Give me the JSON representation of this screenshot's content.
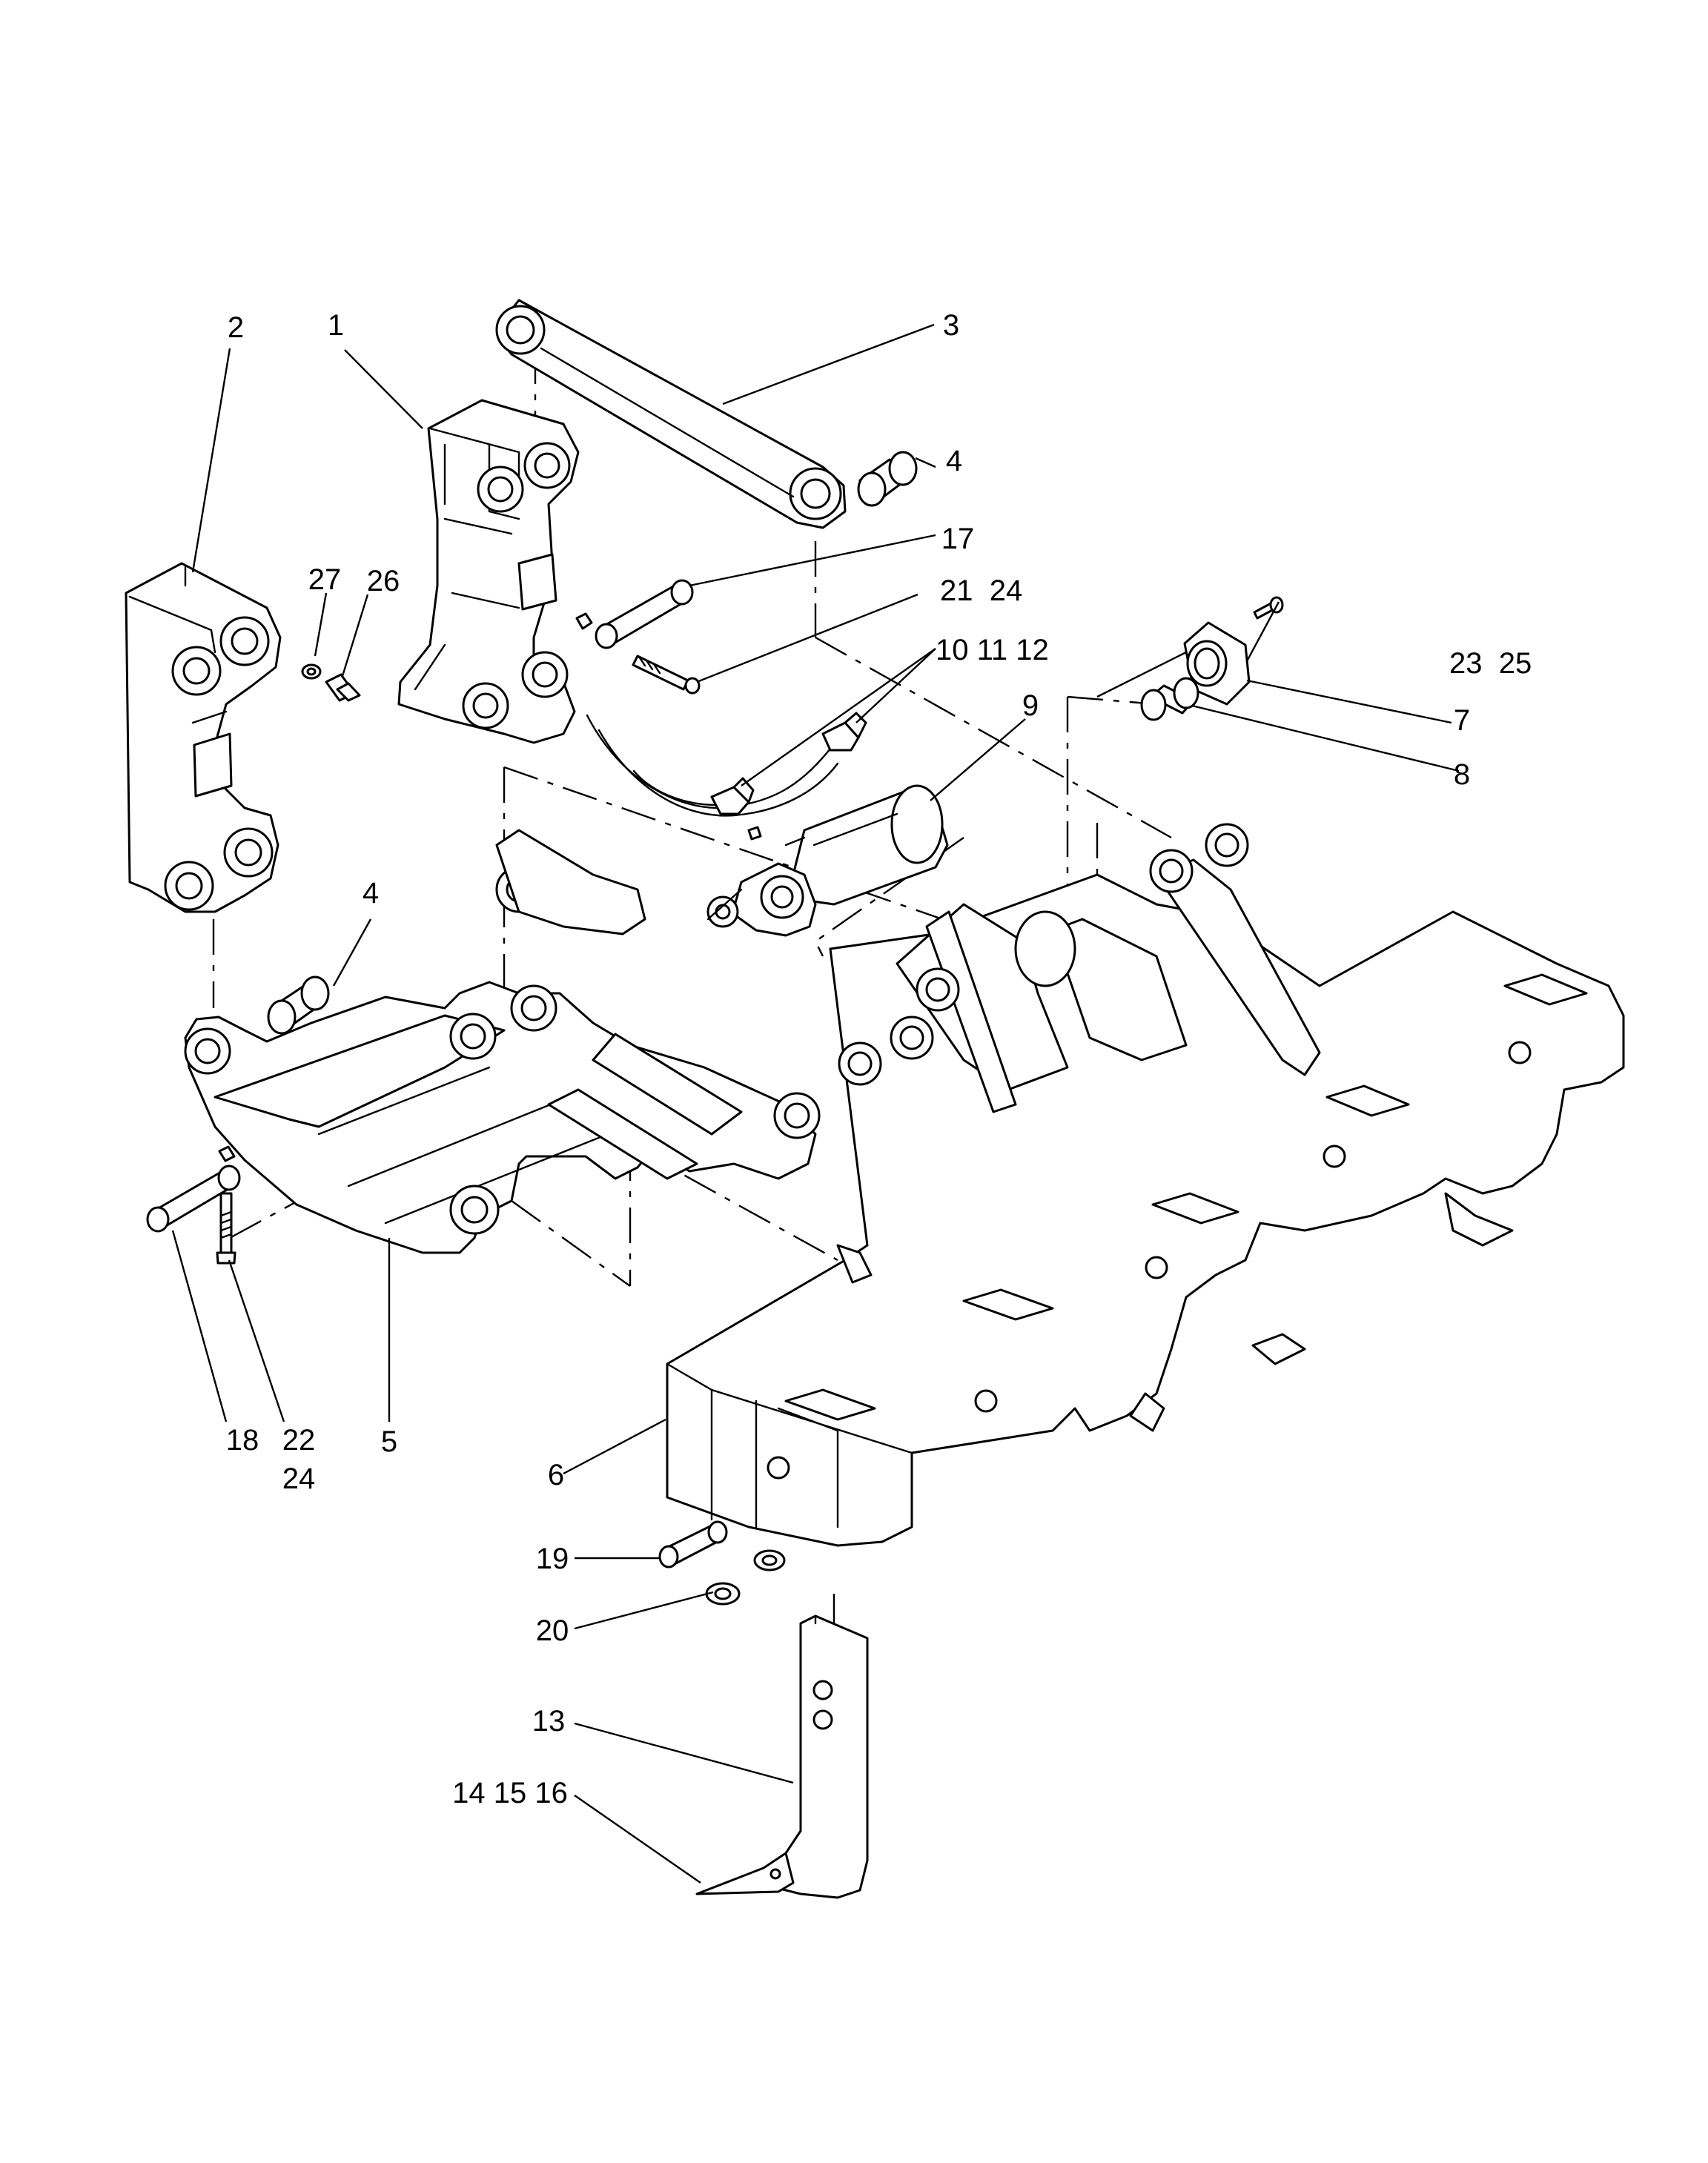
{
  "diagram": {
    "callouts": {
      "c1": "1",
      "c2": "2",
      "c3": "3",
      "c4a": "4",
      "c4b": "4",
      "c5": "5",
      "c6": "6",
      "c7": "7",
      "c8": "8",
      "c9": "9",
      "c10_11_12": "10 11 12",
      "c13": "13",
      "c14_15_16": "14 15 16",
      "c17": "17",
      "c18": "18",
      "c19": "19",
      "c20": "20",
      "c21_24": "21  24",
      "c22": "22",
      "c24": "24",
      "c23_25": "23  25",
      "c26": "26",
      "c27": "27"
    }
  }
}
